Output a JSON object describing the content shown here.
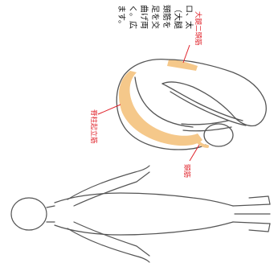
{
  "instruction_lines": [
    "ロ、太",
    "（大腿",
    "頸筋を",
    "足を交",
    "曲げ両",
    "く。広",
    "ます。"
  ],
  "labels": {
    "hamstrings": "大腿二頭筋",
    "erector_spinae": "脊柱起立筋",
    "neck_muscle": "頸筋"
  },
  "colors": {
    "outline": "#555555",
    "highlight": "#f5c88a",
    "label": "#e0222a",
    "text": "#111111"
  }
}
